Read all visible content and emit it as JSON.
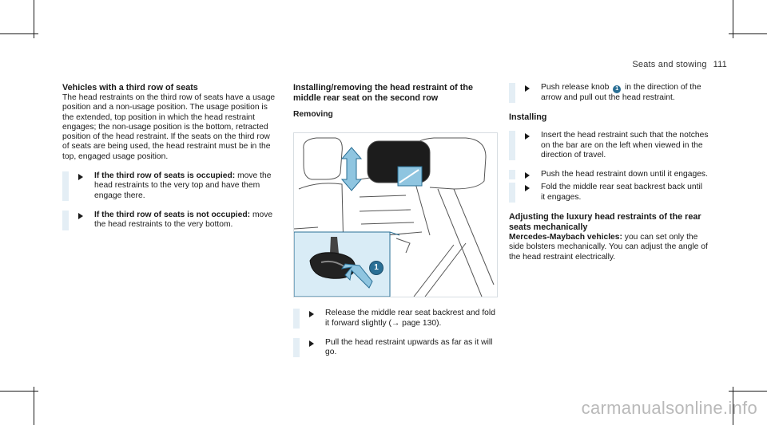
{
  "header": {
    "section": "Seats and stowing",
    "page_number": "111"
  },
  "col1": {
    "heading": "Vehicles with a third row of seats",
    "intro": "The head restraints on the third row of seats have a usage position and a non-usage position. The usage position is the extended, top position in which the head restraint engages; the non-usage position is the bottom, retracted position of the head restraint. If the seats on the third row of seats are being used, the head restraint must be in the top, engaged usage position.",
    "steps": [
      {
        "lead": "If the third row of seats is occupied:",
        "text": " move the head restraints to the very top and have them engage there."
      },
      {
        "lead": "If the third row of seats is not occupied:",
        "text": " move the head restraints to the very bottom."
      }
    ]
  },
  "col2": {
    "heading": "Installing/removing the head restraint of the middle rear seat on the second row",
    "subheading": "Removing",
    "callout": "1",
    "steps": [
      {
        "text": "Release the middle rear seat backrest and fold it forward slightly (→ page 130)."
      },
      {
        "text": "Pull the head restraint upwards as far as it will go."
      }
    ]
  },
  "col3": {
    "step1_before": "Push release knob ",
    "step1_badge": "1",
    "step1_after": " in the direction of the arrow and pull out the head restraint.",
    "subheading": "Installing",
    "steps": [
      {
        "text": "Insert the head restraint such that the notches on the bar are on the left when viewed in the direction of travel."
      },
      {
        "text": "Push the head restraint down until it engages."
      },
      {
        "text": "Fold the middle rear seat backrest back until it engages."
      }
    ],
    "heading2": "Adjusting the luxury head restraints of the rear seats mechanically",
    "lead2": "Mercedes-Maybach vehicles:",
    "text2": " you can set only the side bolsters mechanically. You can adjust the angle of the head restraint electrically."
  },
  "watermark": "carmanualsonline.info",
  "colors": {
    "accent_blue": "#2a6f95",
    "highlight": "#d9ecf6",
    "step_bar": "#e4eef5"
  }
}
